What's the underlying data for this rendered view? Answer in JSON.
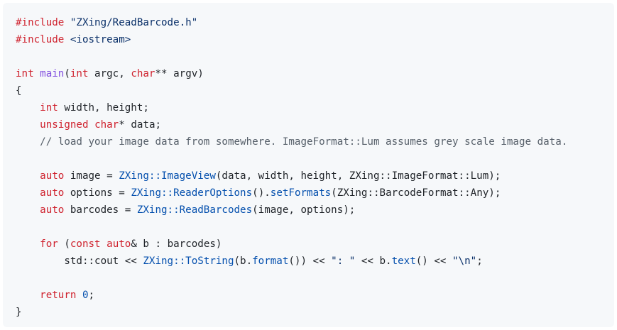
{
  "colors": {
    "background": "#f6f8fa",
    "text": "#1f2328",
    "keyword": "#cf222e",
    "function": "#8250df",
    "entity": "#0550ae",
    "string": "#0a3069",
    "comment": "#57606a"
  },
  "code": {
    "lines": [
      [
        {
          "t": "kw",
          "v": "#include"
        },
        {
          "t": "pl",
          "v": " "
        },
        {
          "t": "str",
          "v": "\"ZXing/ReadBarcode.h\""
        }
      ],
      [
        {
          "t": "kw",
          "v": "#include"
        },
        {
          "t": "pl",
          "v": " "
        },
        {
          "t": "str",
          "v": "<iostream>"
        }
      ],
      [],
      [
        {
          "t": "kw",
          "v": "int"
        },
        {
          "t": "pl",
          "v": " "
        },
        {
          "t": "fn",
          "v": "main"
        },
        {
          "t": "pl",
          "v": "("
        },
        {
          "t": "kw",
          "v": "int"
        },
        {
          "t": "pl",
          "v": " argc, "
        },
        {
          "t": "kw",
          "v": "char"
        },
        {
          "t": "pl",
          "v": "** argv)"
        }
      ],
      [
        {
          "t": "pl",
          "v": "{"
        }
      ],
      [
        {
          "t": "pl",
          "v": "    "
        },
        {
          "t": "kw",
          "v": "int"
        },
        {
          "t": "pl",
          "v": " width, height;"
        }
      ],
      [
        {
          "t": "pl",
          "v": "    "
        },
        {
          "t": "kw",
          "v": "unsigned"
        },
        {
          "t": "pl",
          "v": " "
        },
        {
          "t": "kw",
          "v": "char"
        },
        {
          "t": "pl",
          "v": "* data;"
        }
      ],
      [
        {
          "t": "pl",
          "v": "    "
        },
        {
          "t": "com",
          "v": "// load your image data from somewhere. ImageFormat::Lum assumes grey scale image data."
        }
      ],
      [],
      [
        {
          "t": "pl",
          "v": "    "
        },
        {
          "t": "kw",
          "v": "auto"
        },
        {
          "t": "pl",
          "v": " image = "
        },
        {
          "t": "ent",
          "v": "ZXing::ImageView"
        },
        {
          "t": "pl",
          "v": "(data, width, height, ZXing::ImageFormat::Lum);"
        }
      ],
      [
        {
          "t": "pl",
          "v": "    "
        },
        {
          "t": "kw",
          "v": "auto"
        },
        {
          "t": "pl",
          "v": " options = "
        },
        {
          "t": "ent",
          "v": "ZXing::ReaderOptions"
        },
        {
          "t": "pl",
          "v": "()."
        },
        {
          "t": "ent",
          "v": "setFormats"
        },
        {
          "t": "pl",
          "v": "(ZXing::BarcodeFormat::Any);"
        }
      ],
      [
        {
          "t": "pl",
          "v": "    "
        },
        {
          "t": "kw",
          "v": "auto"
        },
        {
          "t": "pl",
          "v": " barcodes = "
        },
        {
          "t": "ent",
          "v": "ZXing::ReadBarcodes"
        },
        {
          "t": "pl",
          "v": "(image, options);"
        }
      ],
      [],
      [
        {
          "t": "pl",
          "v": "    "
        },
        {
          "t": "kw",
          "v": "for"
        },
        {
          "t": "pl",
          "v": " ("
        },
        {
          "t": "kw",
          "v": "const"
        },
        {
          "t": "pl",
          "v": " "
        },
        {
          "t": "kw",
          "v": "auto"
        },
        {
          "t": "pl",
          "v": "& b : barcodes)"
        }
      ],
      [
        {
          "t": "pl",
          "v": "        std::cout << "
        },
        {
          "t": "ent",
          "v": "ZXing::ToString"
        },
        {
          "t": "pl",
          "v": "(b."
        },
        {
          "t": "ent",
          "v": "format"
        },
        {
          "t": "pl",
          "v": "()) << "
        },
        {
          "t": "str",
          "v": "\": \""
        },
        {
          "t": "pl",
          "v": " << b."
        },
        {
          "t": "ent",
          "v": "text"
        },
        {
          "t": "pl",
          "v": "() << "
        },
        {
          "t": "str",
          "v": "\"\\n\""
        },
        {
          "t": "pl",
          "v": ";"
        }
      ],
      [],
      [
        {
          "t": "pl",
          "v": "    "
        },
        {
          "t": "kw",
          "v": "return"
        },
        {
          "t": "pl",
          "v": " "
        },
        {
          "t": "num",
          "v": "0"
        },
        {
          "t": "pl",
          "v": ";"
        }
      ],
      [
        {
          "t": "pl",
          "v": "}"
        }
      ]
    ]
  }
}
